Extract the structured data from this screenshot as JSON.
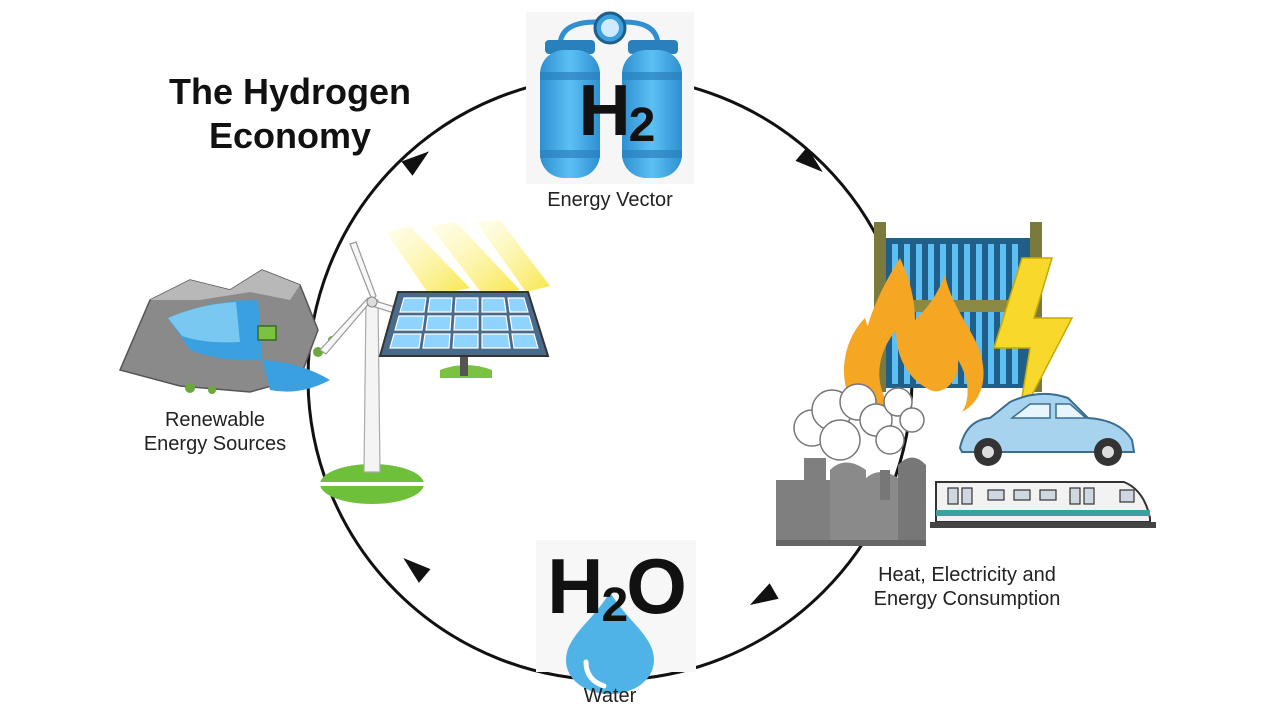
{
  "title_line1": "The Hydrogen",
  "title_line2": "Economy",
  "nodes": {
    "energy_vector": {
      "label": "Energy Vector",
      "symbol_main": "H",
      "symbol_sub": "2"
    },
    "consumption": {
      "label_line1": "Heat, Electricity and",
      "label_line2": "Energy Consumption"
    },
    "water": {
      "label": "Water",
      "symbol_main1": "H",
      "symbol_sub": "2",
      "symbol_main2": "O"
    },
    "renewables": {
      "label_line1": "Renewable",
      "label_line2": "Energy Sources"
    }
  },
  "colors": {
    "cylinder_blue": "#3aa0e0",
    "flame_orange": "#f5a623",
    "bolt_yellow": "#f7d82b",
    "water_blue": "#4fb3e8",
    "cycle_line": "#111111"
  },
  "icons": [
    "hydrogen-cylinders-icon",
    "fuel-cell-icon",
    "flame-icon",
    "lightning-bolt-icon",
    "factory-icon",
    "car-icon",
    "train-icon",
    "water-drop-icon",
    "dam-icon",
    "wind-turbine-icon",
    "solar-panel-icon"
  ]
}
